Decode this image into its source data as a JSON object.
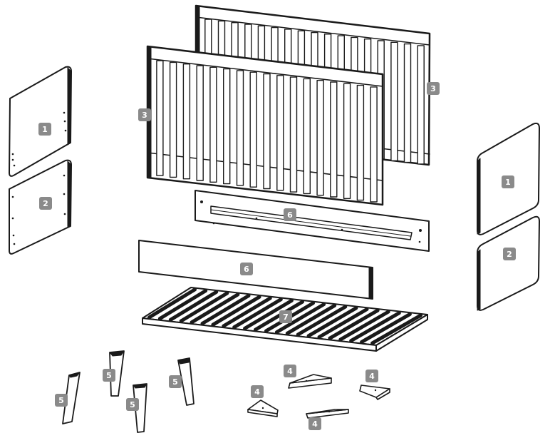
{
  "parts": {
    "end_panel_upper": "1",
    "end_panel_lower": "2",
    "side_rail_panel": "3",
    "leg_bracket": "4",
    "leg": "5",
    "support_rail": "6",
    "mattress_base": "7"
  },
  "colors": {
    "outline": "#1a1a1a",
    "badge": "#8a8a8a",
    "badge_text": "#ffffff",
    "background": "#ffffff"
  }
}
